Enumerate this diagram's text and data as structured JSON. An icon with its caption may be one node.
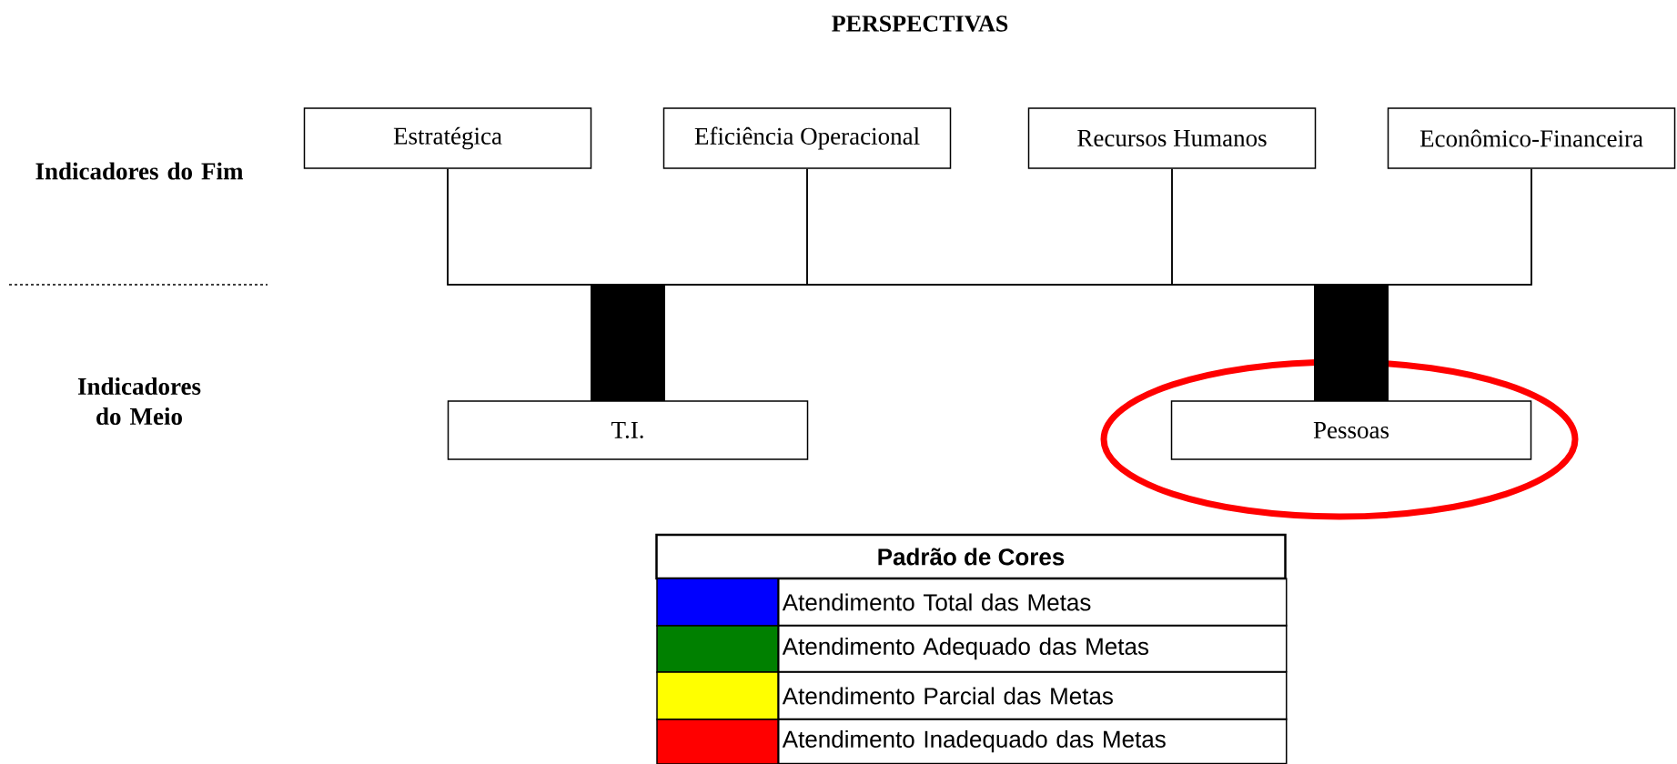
{
  "diagram": {
    "title": "PERSPECTIVAS",
    "nodes": [
      {
        "text": [
          "Estratégica"
        ]
      },
      {
        "text": [
          "Eficiência Operacional"
        ]
      },
      {
        "text": [
          "Recursos Humanos"
        ]
      },
      {
        "text": [
          "Econômico-Financeira"
        ]
      },
      {
        "text": [
          "T.I."
        ]
      },
      {
        "text": [
          "Pessoas"
        ]
      }
    ],
    "edges": [
      {
        "from": 0,
        "to": 4,
        "arrow": "none"
      },
      {
        "from": 1,
        "to": 4,
        "arrow": "none"
      },
      {
        "from": 2,
        "to": 4,
        "arrow": "none"
      },
      {
        "from": 3,
        "to": 4,
        "arrow": "none"
      },
      {
        "from": 0,
        "to": 5,
        "arrow": "none"
      },
      {
        "from": 1,
        "to": 5,
        "arrow": "none"
      },
      {
        "from": 2,
        "to": 5,
        "arrow": "none"
      },
      {
        "from": 3,
        "to": 5,
        "arrow": "none"
      }
    ],
    "labels": [
      "Indicadores do Fim",
      "Indicadores do Meio",
      "Padrão de Cores"
    ],
    "legend": [
      {
        "text": "Atendimento Total das Metas",
        "color": "#0000ff"
      },
      {
        "text": "Atendimento Adequado das Metas",
        "color": "#008000"
      },
      {
        "text": "Atendimento Parcial das Metas",
        "color": "#ffff00"
      },
      {
        "text": "Atendimento Inadequado das Metas",
        "color": "#ff0000"
      }
    ]
  }
}
